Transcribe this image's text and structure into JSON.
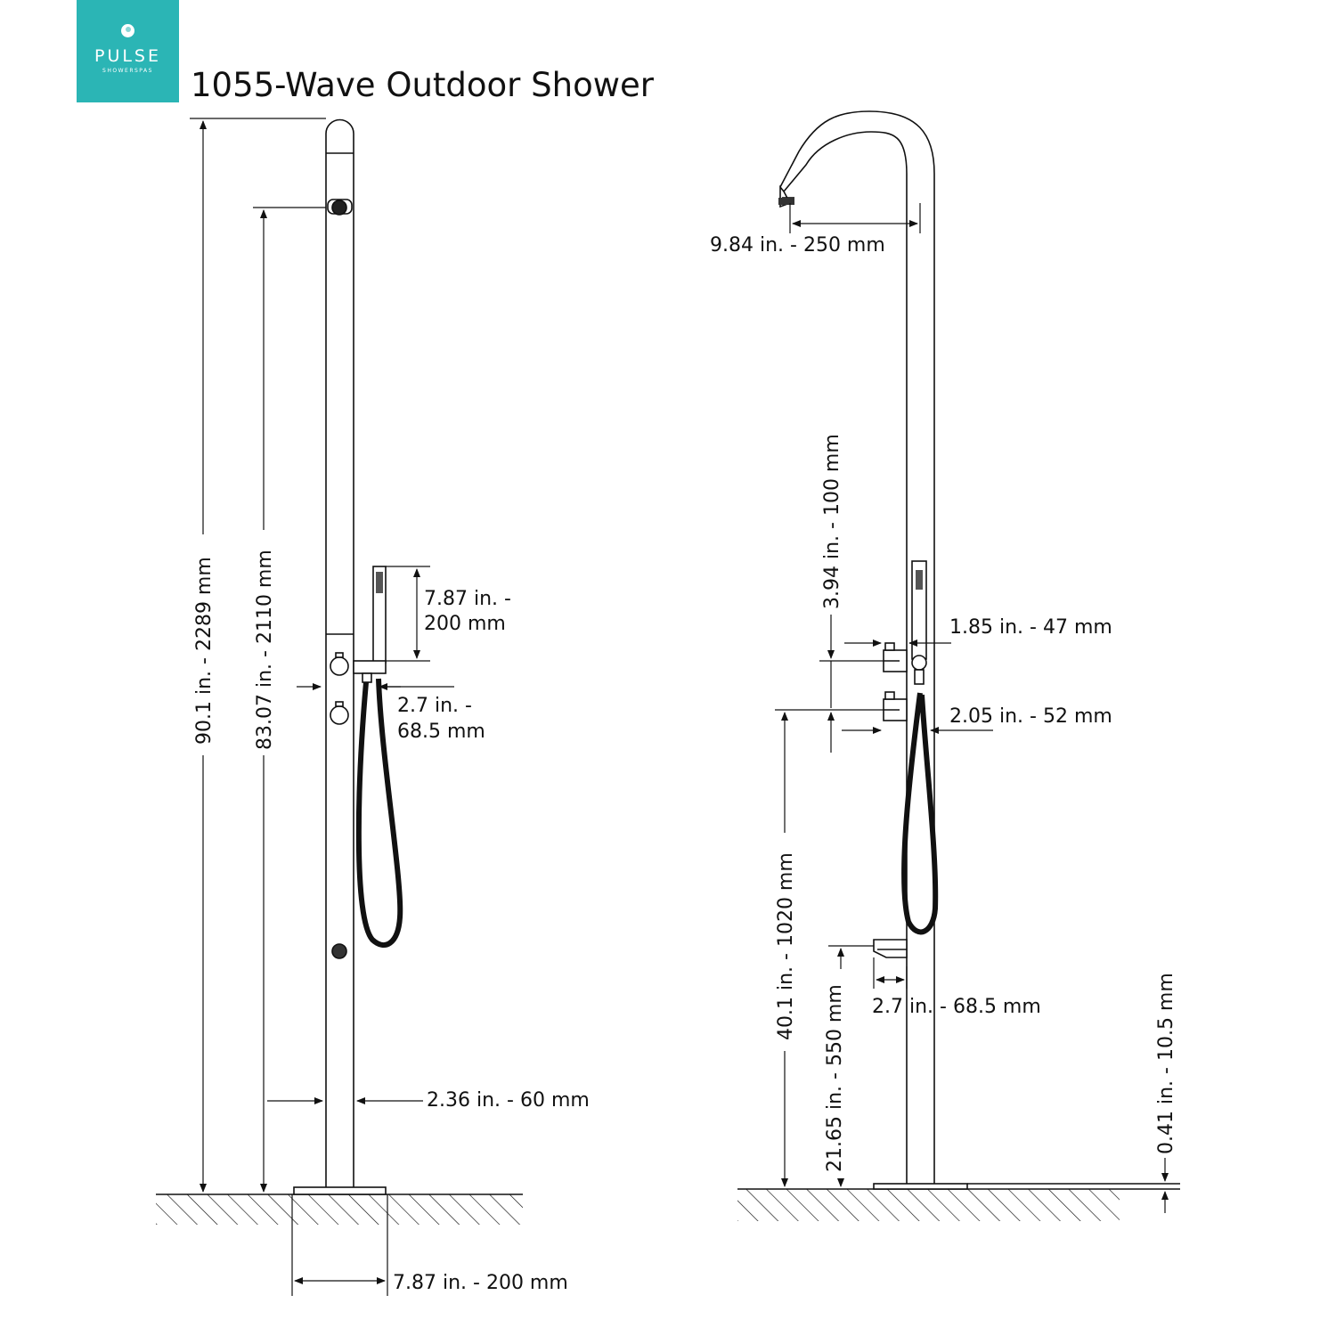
{
  "logo": {
    "brand": "PULSE",
    "subbrand": "SHOWERSPAS",
    "color": "#2bb5b5"
  },
  "title": "1055-Wave Outdoor Shower",
  "dimensions": {
    "total_height": "90.1 in. - 2289 mm",
    "head_height": "83.07 in. - 2110 mm",
    "handshower_length_1": "7.87 in. -",
    "handshower_length_2": "200 mm",
    "holder_offset_1": "2.7 in. -",
    "holder_offset_2": "68.5 mm",
    "column_width": "2.36 in. - 60 mm",
    "base_width": "7.87 in. - 200 mm",
    "head_reach": "9.84 in. - 250 mm",
    "valve_spacing": "3.94 in. - 100 mm",
    "handle_depth_upper": "1.85 in. - 47 mm",
    "handle_depth_lower": "2.05 in. - 52 mm",
    "valve_height": "40.1 in. - 1020 mm",
    "footwash_height": "21.65 in. - 550 mm",
    "footwash_reach": "2.7 in. - 68.5 mm",
    "base_plate": "0.41 in. - 10.5 mm"
  }
}
